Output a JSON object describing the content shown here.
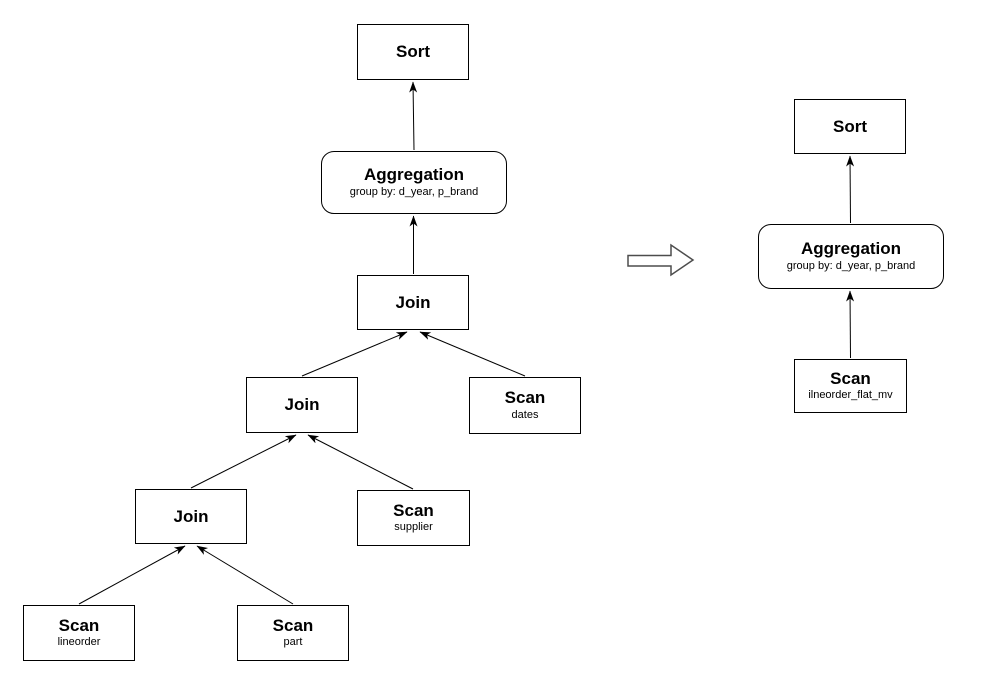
{
  "left_plan": {
    "sort": {
      "label": "Sort"
    },
    "aggregation": {
      "label": "Aggregation",
      "sublabel": "group by: d_year, p_brand"
    },
    "join_top": {
      "label": "Join"
    },
    "join_mid": {
      "label": "Join"
    },
    "join_bottom": {
      "label": "Join"
    },
    "scan_dates": {
      "label": "Scan",
      "sublabel": "dates"
    },
    "scan_supplier": {
      "label": "Scan",
      "sublabel": "supplier"
    },
    "scan_lineorder": {
      "label": "Scan",
      "sublabel": "lineorder"
    },
    "scan_part": {
      "label": "Scan",
      "sublabel": "part"
    }
  },
  "right_plan": {
    "sort": {
      "label": "Sort"
    },
    "aggregation": {
      "label": "Aggregation",
      "sublabel": "group by: d_year, p_brand"
    },
    "scan_mv": {
      "label": "Scan",
      "sublabel": "ilneorder_flat_mv"
    }
  },
  "colors": {
    "node_border": "#000000",
    "node_fill": "#ffffff",
    "text": "#000000",
    "edge": "#000000",
    "block_arrow_stroke": "#4d4d4d"
  }
}
